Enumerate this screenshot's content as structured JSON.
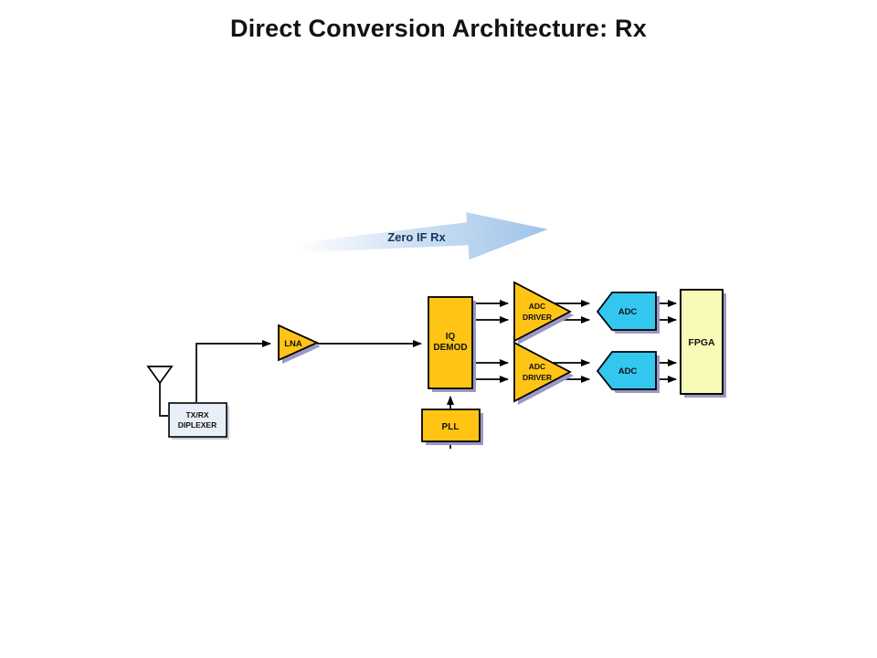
{
  "title": "Direct Conversion Architecture: Rx",
  "banner": {
    "label": "Zero IF Rx"
  },
  "blocks": {
    "diplexer": {
      "line1": "TX/RX",
      "line2": "DIPLEXER"
    },
    "lna": {
      "label": "LNA"
    },
    "iq_demod": {
      "line1": "IQ",
      "line2": "DEMOD"
    },
    "pll": {
      "label": "PLL"
    },
    "adc_driver_top": {
      "line1": "ADC",
      "line2": "DRIVER"
    },
    "adc_driver_bottom": {
      "line1": "ADC",
      "line2": "DRIVER"
    },
    "adc_top": {
      "label": "ADC"
    },
    "adc_bottom": {
      "label": "ADC"
    },
    "fpga": {
      "label": "FPGA"
    }
  },
  "colors": {
    "title_color": "#121212",
    "gold": "#FFC414",
    "cyan": "#33C7F0",
    "pale_yellow": "#FAFAB8",
    "diplexer_fill": "#E9EFF8",
    "shadow": "#9B98C4",
    "diplexer_shadow": "#C9CEDC",
    "wire": "#000000",
    "banner_text": "#17375D",
    "banner_start": "#FDFDFE",
    "banner_mid": "#CDE0F2",
    "banner_end": "#9FC4E8"
  }
}
